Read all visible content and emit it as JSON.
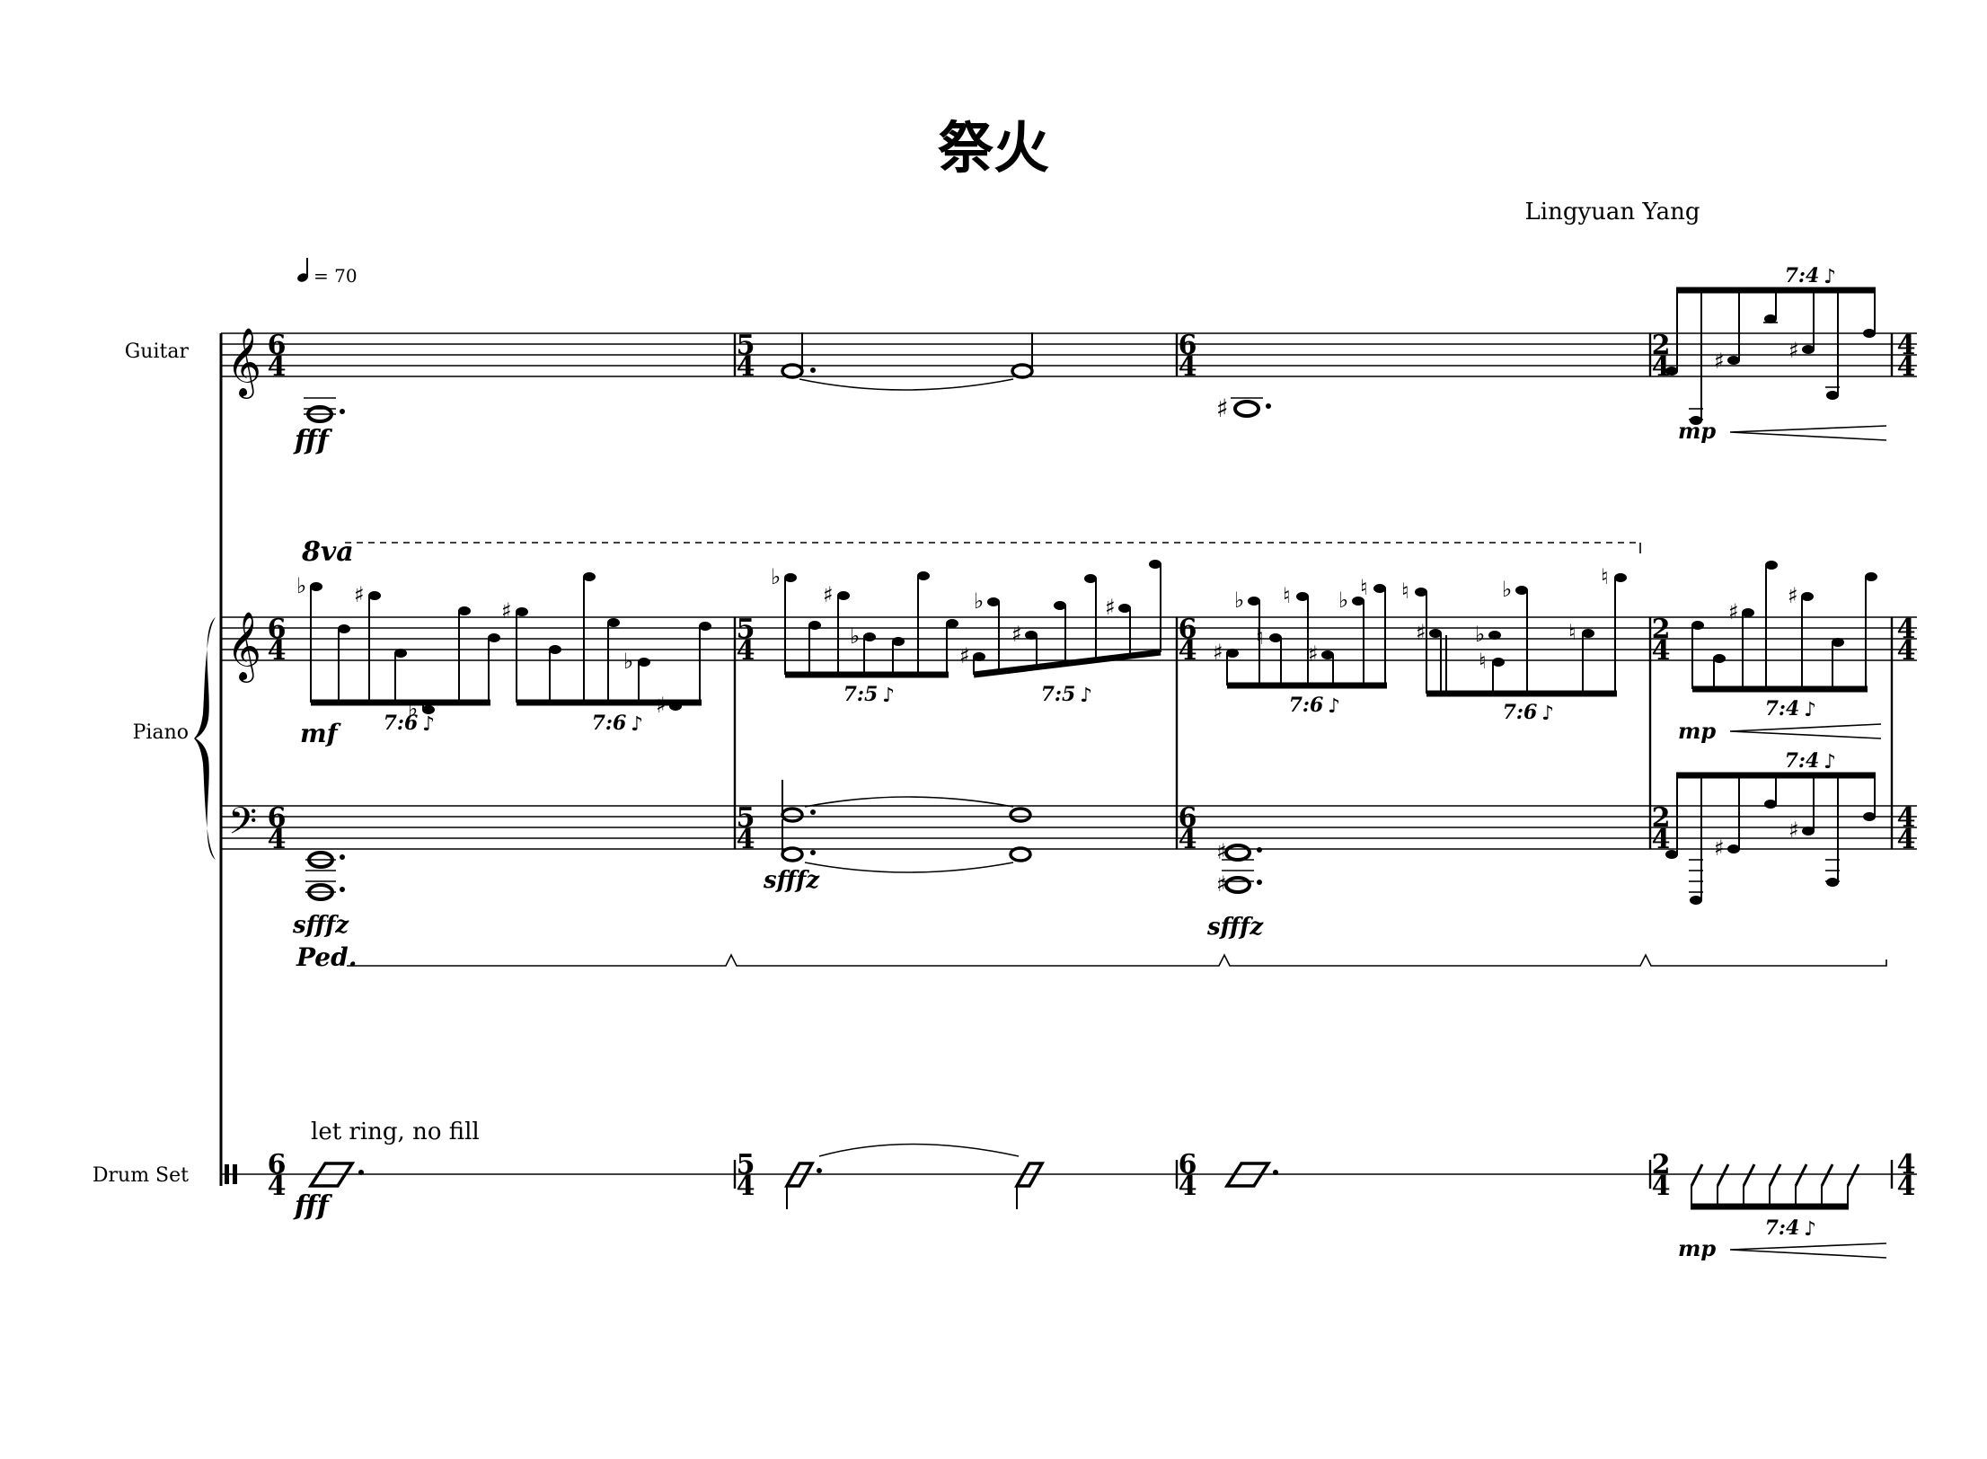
{
  "header": {
    "title": "祭火",
    "composer": "Lingyuan Yang",
    "tempo_value": "= 70"
  },
  "instruments": [
    {
      "name": "Guitar"
    },
    {
      "name": "Piano"
    },
    {
      "name": "Drum Set"
    }
  ],
  "time_signatures": [
    {
      "num": "6",
      "den": "4"
    },
    {
      "num": "5",
      "den": "4"
    },
    {
      "num": "6",
      "den": "4"
    },
    {
      "num": "2",
      "den": "4"
    },
    {
      "num": "4",
      "den": "4"
    }
  ],
  "dynamics": {
    "guitar_m1": "fff",
    "guitar_m4": "mp",
    "piano_m1": "mf",
    "piano_m4": "mp",
    "piano_bass_m1": "sfffz",
    "piano_bass_m2": "sfffz",
    "piano_bass_m3": "sfffz",
    "drum_m1": "fff",
    "drum_m4": "mp"
  },
  "tuplets": {
    "guitar_m4": "7:4",
    "piano_m1_a": "7:6",
    "piano_m1_b": "7:6",
    "piano_m2_a": "7:5",
    "piano_m2_b": "7:5",
    "piano_m3_a": "7:6",
    "piano_m3_b": "7:6",
    "piano_m4": "7:4",
    "piano_bass_m4": "7:4",
    "drum_m4": "7:4"
  },
  "markings": {
    "ottava": "8va",
    "pedal": "Ped.",
    "drum_text": "let ring, no fill"
  }
}
